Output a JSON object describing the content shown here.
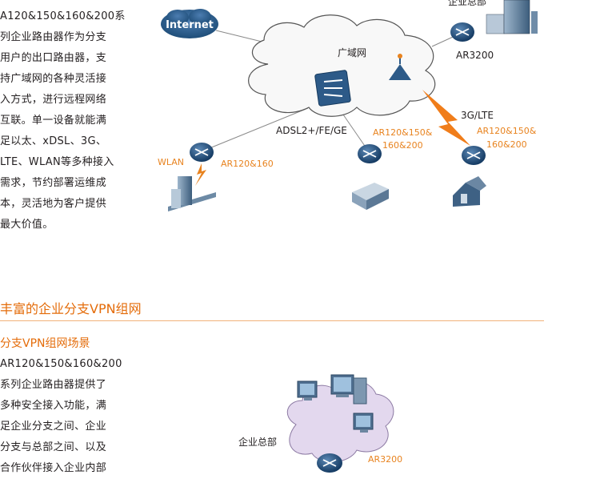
{
  "intro": {
    "paragraph": "A120&150&160&200系\n列企业路由器作为分支\n用户的出口路由器，支\n持广域网的各种灵活接\n入方式，进行远程网络\n互联。单一设备就能满\n足以太、xDSL、3G、\nLTE、WLAN等多种接入\n需求，节约部署运维成\n本，灵活地为客户提供\n最大价值。"
  },
  "diagram1": {
    "internet": "Internet",
    "wan": "广域网",
    "hq": "企业总部",
    "hq_router": "AR3200",
    "adsl": "ADSL2+/FE/GE",
    "wireless": "3G/LTE",
    "wlan": "WLAN",
    "branch1_router": "AR120&160",
    "branch2_router_l1": "AR120&150&",
    "branch2_router_l2": "160&200",
    "branch3_router_l1": "AR120&150&",
    "branch3_router_l2": "160&200"
  },
  "section": {
    "title": "丰富的企业分支VPN组网",
    "subtitle": "分支VPN组网场景",
    "paragraph": "AR120&150&160&200\n系列企业路由器提供了\n多种安全接入功能，满\n足企业分支之间、企业\n分支与总部之间、以及\n合作伙伴接入企业内部"
  },
  "diagram2": {
    "hq": "企业总部",
    "hq_router": "AR3200"
  },
  "colors": {
    "accent": "#e46c0a",
    "router_blue": "#1f4e79",
    "cloud": "#ffffff",
    "cloud2": "#e8dff0",
    "lightning": "#f07d1a"
  }
}
